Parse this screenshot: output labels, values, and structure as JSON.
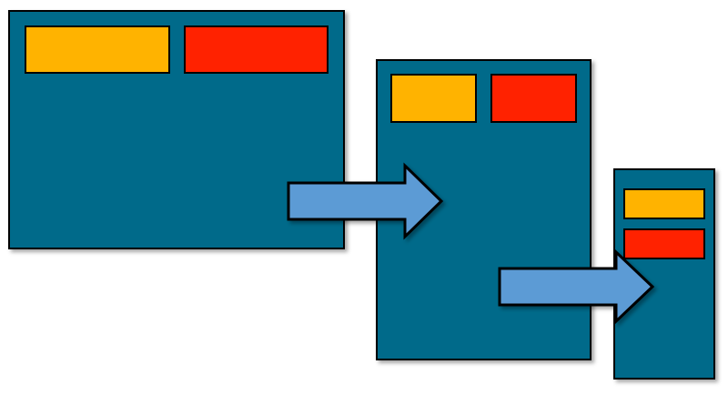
{
  "colors": {
    "panel": "#006a8a",
    "orange_block": "#ffb300",
    "red_block": "#ff2200",
    "arrow": "#5b9bd5",
    "outline": "#000000"
  },
  "diagram": {
    "panels": [
      {
        "name": "wide-layout",
        "blocks": [
          "orange",
          "red"
        ],
        "block_arrangement": "side-by-side"
      },
      {
        "name": "medium-layout",
        "blocks": [
          "orange",
          "red"
        ],
        "block_arrangement": "side-by-side"
      },
      {
        "name": "narrow-layout",
        "blocks": [
          "orange",
          "red"
        ],
        "block_arrangement": "stacked"
      }
    ],
    "arrows": [
      {
        "from": "wide-layout",
        "to": "medium-layout"
      },
      {
        "from": "medium-layout",
        "to": "narrow-layout"
      }
    ]
  }
}
